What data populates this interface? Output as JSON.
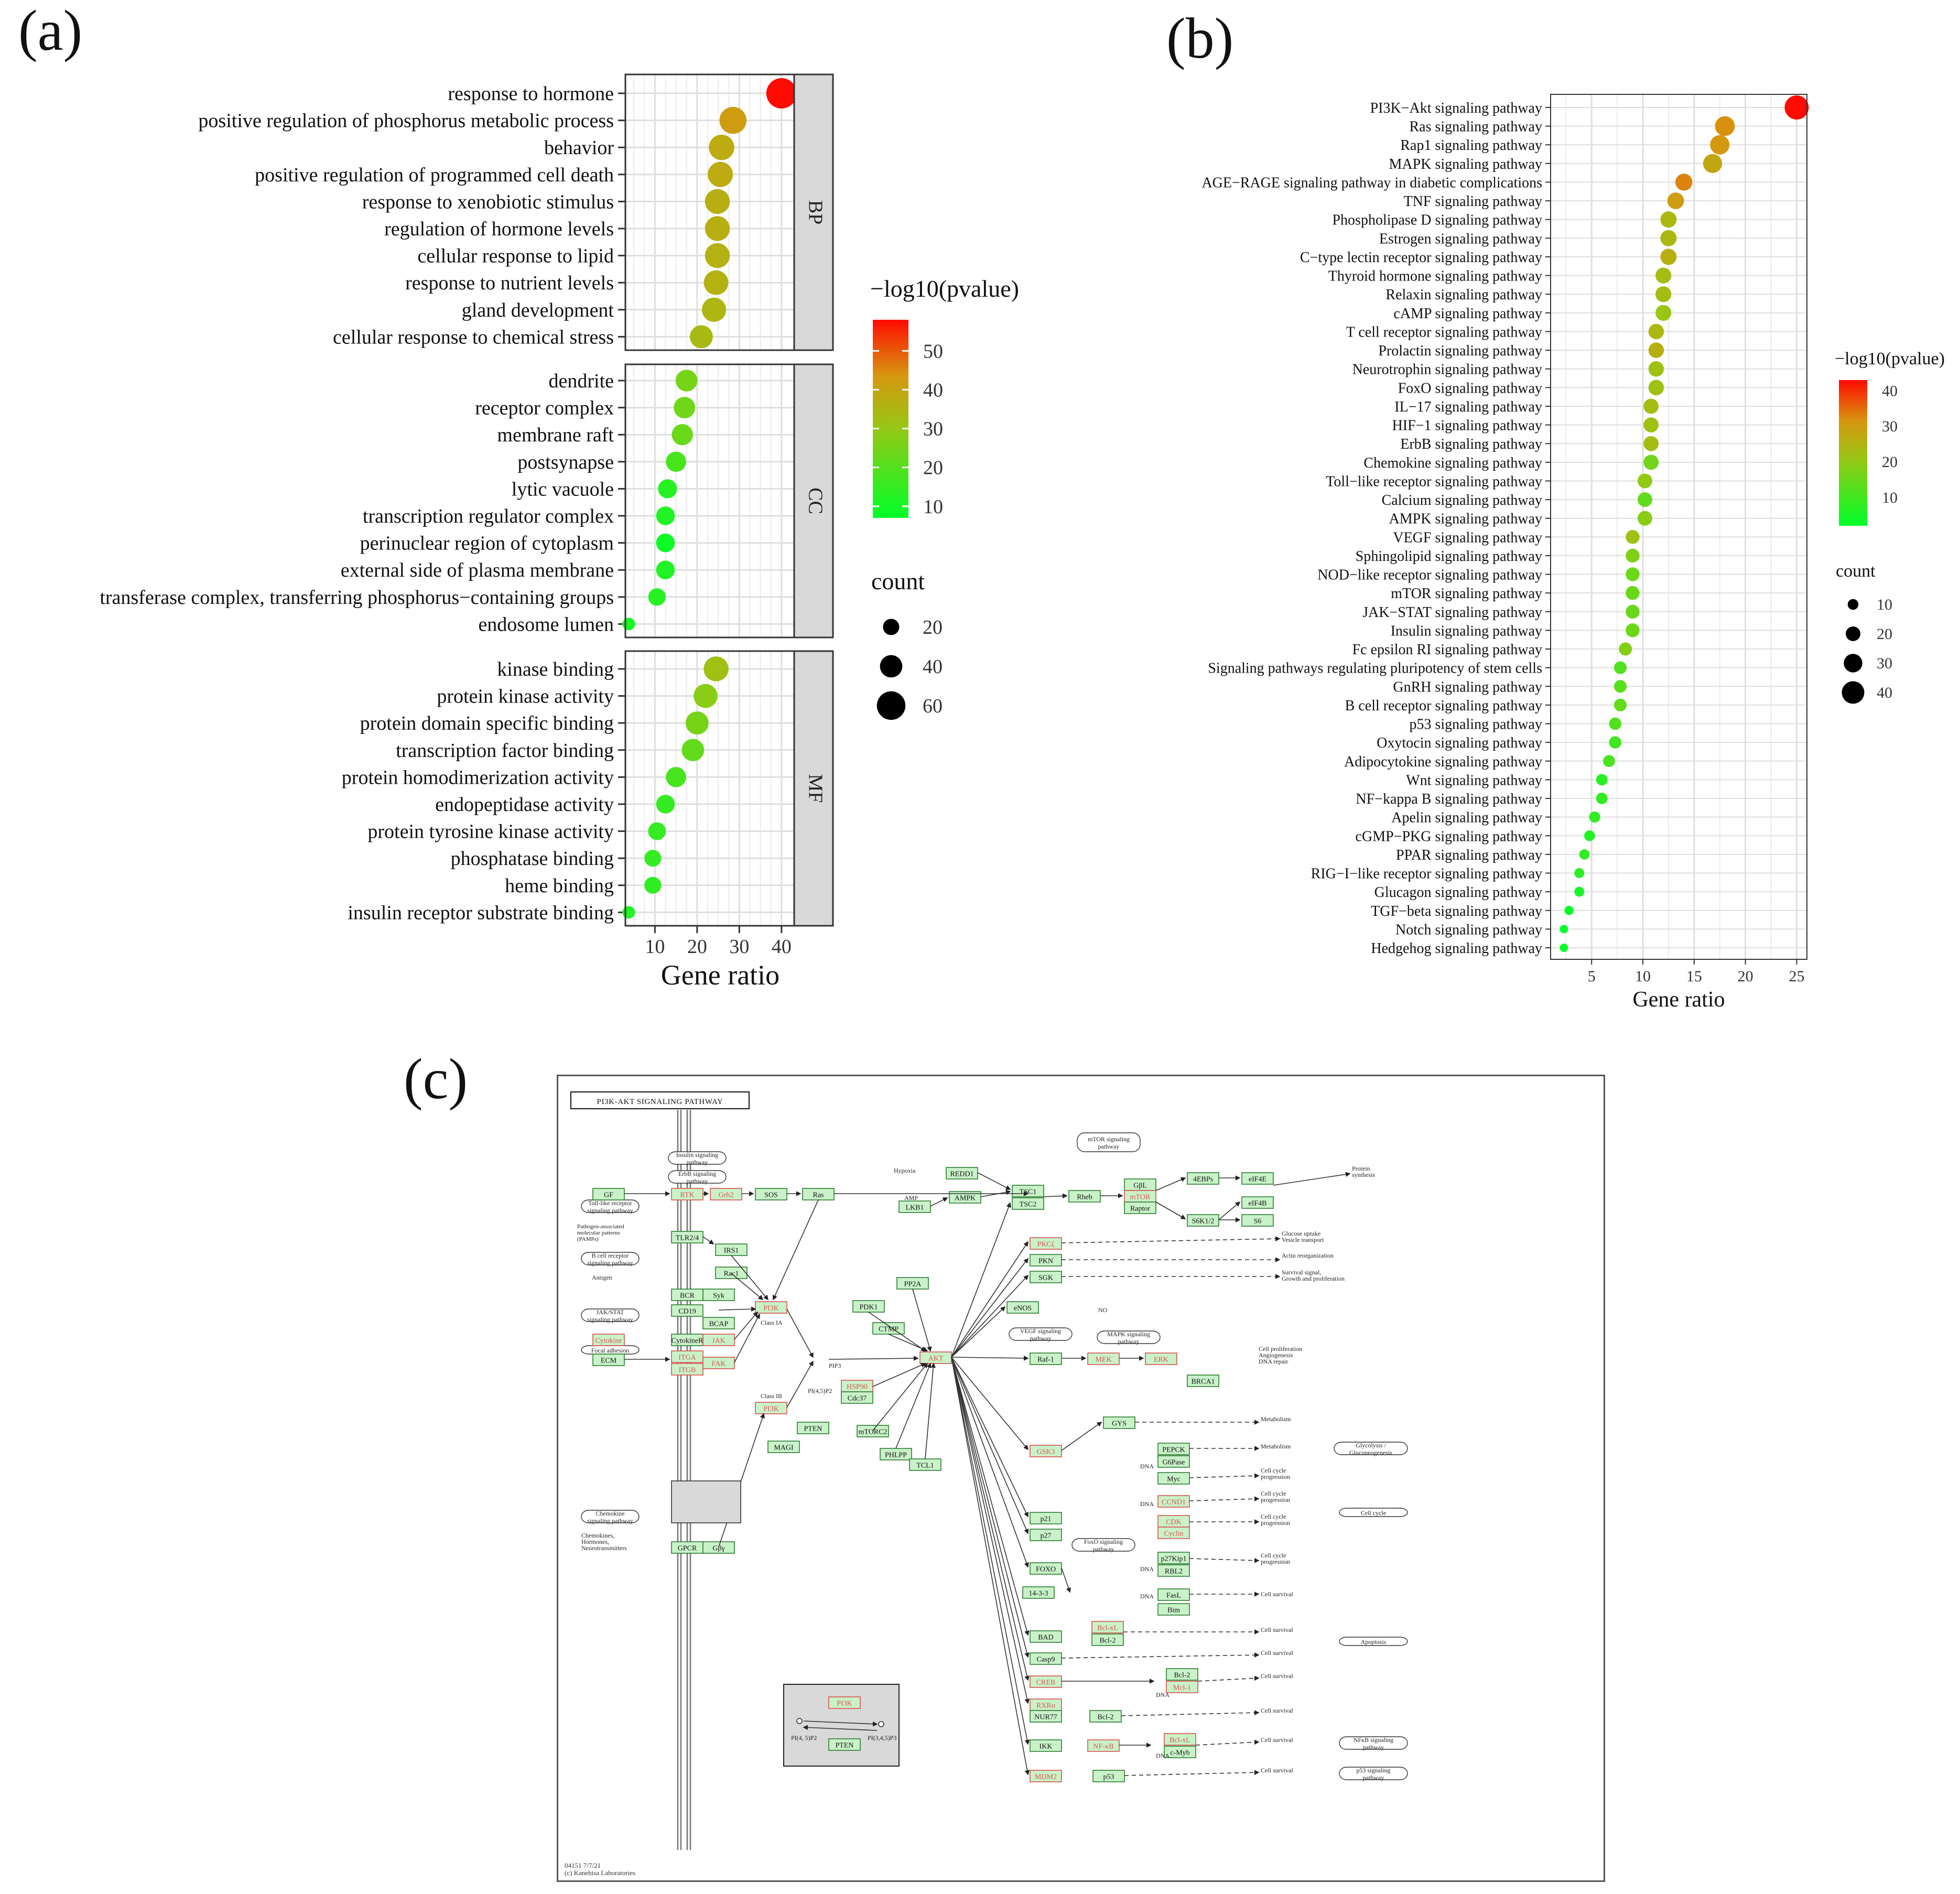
{
  "panels": {
    "a": "(a)",
    "b": "(b)",
    "c": "(c)"
  },
  "chart_data": [
    {
      "type": "scatter",
      "panel": "(a)",
      "xlabel": "Gene ratio",
      "xticks": [
        10,
        20,
        30,
        40
      ],
      "xlim": [
        3,
        43
      ],
      "color_legend_title": "−log10(pvalue)",
      "color_ticks": [
        10,
        20,
        30,
        40,
        50
      ],
      "color_range": [
        7,
        58
      ],
      "size_legend_title": "count",
      "size_ticks": [
        20,
        40,
        60
      ],
      "facets": [
        {
          "name": "BP",
          "terms": [
            {
              "label": "response to hormone",
              "x": 40,
              "pvalue": 58,
              "count": 66
            },
            {
              "label": "positive regulation of phosphorus metabolic process",
              "x": 28.5,
              "pvalue": 42,
              "count": 55
            },
            {
              "label": "behavior",
              "x": 25.8,
              "pvalue": 38,
              "count": 50
            },
            {
              "label": "positive regulation of programmed cell death",
              "x": 25.5,
              "pvalue": 38,
              "count": 49
            },
            {
              "label": "response to xenobiotic stimulus",
              "x": 24.8,
              "pvalue": 37,
              "count": 48
            },
            {
              "label": "regulation of hormone levels",
              "x": 24.8,
              "pvalue": 37,
              "count": 48
            },
            {
              "label": "cellular response to lipid",
              "x": 24.8,
              "pvalue": 36,
              "count": 48
            },
            {
              "label": "response to nutrient levels",
              "x": 24.5,
              "pvalue": 36,
              "count": 47
            },
            {
              "label": "gland development",
              "x": 24,
              "pvalue": 35,
              "count": 46
            },
            {
              "label": "cellular response to chemical stress",
              "x": 21,
              "pvalue": 34,
              "count": 42
            }
          ]
        },
        {
          "name": "CC",
          "terms": [
            {
              "label": "dendrite",
              "x": 17.5,
              "pvalue": 25,
              "count": 38
            },
            {
              "label": "receptor complex",
              "x": 17,
              "pvalue": 24,
              "count": 37
            },
            {
              "label": "membrane raft",
              "x": 16.5,
              "pvalue": 23,
              "count": 36
            },
            {
              "label": "postsynapse",
              "x": 15,
              "pvalue": 18,
              "count": 33
            },
            {
              "label": "lytic vacuole",
              "x": 13,
              "pvalue": 13,
              "count": 29
            },
            {
              "label": "transcription regulator complex",
              "x": 12.5,
              "pvalue": 12,
              "count": 28
            },
            {
              "label": "perinuclear region of cytoplasm",
              "x": 12.5,
              "pvalue": 9,
              "count": 28
            },
            {
              "label": "external side of plasma membrane",
              "x": 12.5,
              "pvalue": 12,
              "count": 28
            },
            {
              "label": "transferase complex, transferring phosphorus−containing groups",
              "x": 10.5,
              "pvalue": 13,
              "count": 24
            },
            {
              "label": "endosome lumen",
              "x": 3.8,
              "pvalue": 10,
              "count": 8
            }
          ]
        },
        {
          "name": "MF",
          "terms": [
            {
              "label": "kinase binding",
              "x": 24.5,
              "pvalue": 32,
              "count": 48
            },
            {
              "label": "protein kinase activity",
              "x": 22,
              "pvalue": 28,
              "count": 45
            },
            {
              "label": "protein domain specific binding",
              "x": 20,
              "pvalue": 25,
              "count": 42
            },
            {
              "label": "transcription factor binding",
              "x": 19,
              "pvalue": 22,
              "count": 40
            },
            {
              "label": "protein homodimerization activity",
              "x": 15,
              "pvalue": 18,
              "count": 33
            },
            {
              "label": "endopeptidase activity",
              "x": 12.5,
              "pvalue": 15,
              "count": 28
            },
            {
              "label": "protein tyrosine kinase activity",
              "x": 10.5,
              "pvalue": 15,
              "count": 25
            },
            {
              "label": "phosphatase binding",
              "x": 9.5,
              "pvalue": 15,
              "count": 22
            },
            {
              "label": "heme binding",
              "x": 9.5,
              "pvalue": 14,
              "count": 22
            },
            {
              "label": "insulin receptor substrate binding",
              "x": 3.8,
              "pvalue": 12,
              "count": 8
            }
          ]
        }
      ]
    },
    {
      "type": "scatter",
      "panel": "(b)",
      "xlabel": "Gene ratio",
      "xticks": [
        5,
        10,
        15,
        20,
        25
      ],
      "xlim": [
        1,
        26
      ],
      "color_legend_title": "−log10(pvalue)",
      "color_ticks": [
        10,
        20,
        30,
        40
      ],
      "color_range": [
        2,
        43
      ],
      "size_legend_title": "count",
      "size_ticks": [
        10,
        20,
        30,
        40
      ],
      "terms": [
        {
          "label": "PI3K−Akt signaling pathway",
          "x": 25,
          "pvalue": 43,
          "count": 44
        },
        {
          "label": "Ras signaling pathway",
          "x": 18,
          "pvalue": 32,
          "count": 33
        },
        {
          "label": "Rap1 signaling pathway",
          "x": 17.5,
          "pvalue": 31,
          "count": 32
        },
        {
          "label": "MAPK signaling pathway",
          "x": 16.8,
          "pvalue": 28,
          "count": 31
        },
        {
          "label": "AGE−RAGE signaling pathway in diabetic complications",
          "x": 14,
          "pvalue": 33,
          "count": 26
        },
        {
          "label": "TNF signaling pathway",
          "x": 13.2,
          "pvalue": 30,
          "count": 25
        },
        {
          "label": "Phospholipase D signaling pathway",
          "x": 12.5,
          "pvalue": 24,
          "count": 24
        },
        {
          "label": "Estrogen signaling pathway",
          "x": 12.5,
          "pvalue": 24,
          "count": 24
        },
        {
          "label": "C−type lectin receptor signaling pathway",
          "x": 12.5,
          "pvalue": 26,
          "count": 24
        },
        {
          "label": "Thyroid hormone signaling pathway",
          "x": 12,
          "pvalue": 23,
          "count": 23
        },
        {
          "label": "Relaxin signaling pathway",
          "x": 12,
          "pvalue": 23,
          "count": 23
        },
        {
          "label": "cAMP signaling pathway",
          "x": 12,
          "pvalue": 21,
          "count": 23
        },
        {
          "label": "T cell receptor signaling pathway",
          "x": 11.3,
          "pvalue": 24,
          "count": 22
        },
        {
          "label": "Prolactin signaling pathway",
          "x": 11.3,
          "pvalue": 26,
          "count": 22
        },
        {
          "label": "Neurotrophin signaling pathway",
          "x": 11.3,
          "pvalue": 22,
          "count": 22
        },
        {
          "label": "FoxO signaling pathway",
          "x": 11.3,
          "pvalue": 22,
          "count": 22
        },
        {
          "label": "IL−17 signaling pathway",
          "x": 10.8,
          "pvalue": 23,
          "count": 21
        },
        {
          "label": "HIF−1 signaling pathway",
          "x": 10.8,
          "pvalue": 22,
          "count": 21
        },
        {
          "label": "ErbB signaling pathway",
          "x": 10.8,
          "pvalue": 23,
          "count": 21
        },
        {
          "label": "Chemokine signaling pathway",
          "x": 10.8,
          "pvalue": 16,
          "count": 21
        },
        {
          "label": "Toll−like receptor signaling pathway",
          "x": 10.2,
          "pvalue": 20,
          "count": 20
        },
        {
          "label": "Calcium signaling pathway",
          "x": 10.2,
          "pvalue": 14,
          "count": 20
        },
        {
          "label": "AMPK signaling pathway",
          "x": 10.2,
          "pvalue": 19,
          "count": 20
        },
        {
          "label": "VEGF signaling pathway",
          "x": 9,
          "pvalue": 22,
          "count": 18
        },
        {
          "label": "Sphingolipid signaling pathway",
          "x": 9,
          "pvalue": 18,
          "count": 18
        },
        {
          "label": "NOD−like receptor signaling pathway",
          "x": 9,
          "pvalue": 15,
          "count": 18
        },
        {
          "label": "mTOR signaling pathway",
          "x": 9,
          "pvalue": 15,
          "count": 18
        },
        {
          "label": "JAK−STAT signaling pathway",
          "x": 9,
          "pvalue": 15,
          "count": 18
        },
        {
          "label": "Insulin signaling pathway",
          "x": 9,
          "pvalue": 15,
          "count": 18
        },
        {
          "label": "Fc epsilon RI signaling pathway",
          "x": 8.3,
          "pvalue": 18,
          "count": 16
        },
        {
          "label": "Signaling pathways regulating pluripotency of stem cells",
          "x": 7.8,
          "pvalue": 12,
          "count": 15
        },
        {
          "label": "GnRH signaling pathway",
          "x": 7.8,
          "pvalue": 13,
          "count": 15
        },
        {
          "label": "B cell receptor signaling pathway",
          "x": 7.8,
          "pvalue": 14,
          "count": 15
        },
        {
          "label": "p53 signaling pathway",
          "x": 7.3,
          "pvalue": 12,
          "count": 14
        },
        {
          "label": "Oxytocin signaling pathway",
          "x": 7.3,
          "pvalue": 10,
          "count": 14
        },
        {
          "label": "Adipocytokine signaling pathway",
          "x": 6.7,
          "pvalue": 11,
          "count": 13
        },
        {
          "label": "Wnt signaling pathway",
          "x": 6,
          "pvalue": 7,
          "count": 12
        },
        {
          "label": "NF−kappa B signaling pathway",
          "x": 6,
          "pvalue": 8,
          "count": 12
        },
        {
          "label": "Apelin signaling pathway",
          "x": 5.3,
          "pvalue": 8,
          "count": 11
        },
        {
          "label": "cGMP−PKG signaling pathway",
          "x": 4.8,
          "pvalue": 6,
          "count": 10
        },
        {
          "label": "PPAR signaling pathway",
          "x": 4.3,
          "pvalue": 8,
          "count": 9
        },
        {
          "label": "RIG−I−like receptor signaling pathway",
          "x": 3.8,
          "pvalue": 7,
          "count": 8
        },
        {
          "label": "Glucagon signaling pathway",
          "x": 3.8,
          "pvalue": 5,
          "count": 8
        },
        {
          "label": "TGF−beta signaling pathway",
          "x": 2.8,
          "pvalue": 3,
          "count": 6
        },
        {
          "label": "Notch signaling pathway",
          "x": 2.3,
          "pvalue": 2,
          "count": 4
        },
        {
          "label": "Hedgehog signaling pathway",
          "x": 2.3,
          "pvalue": 2,
          "count": 4
        }
      ]
    }
  ],
  "kegg": {
    "title": "PI3K-AKT SIGNALING PATHWAY",
    "footer_code": "04151 7/7/21",
    "footer_copyright": "(c) Kanehisa Laboratories",
    "colors": {
      "hit_border": "#d9534f",
      "hit_text": "#d9534f",
      "node_fill": "#c9f2c9",
      "node_border": "#2e7d32",
      "inset_fill": "#d9d9d9"
    }
  }
}
